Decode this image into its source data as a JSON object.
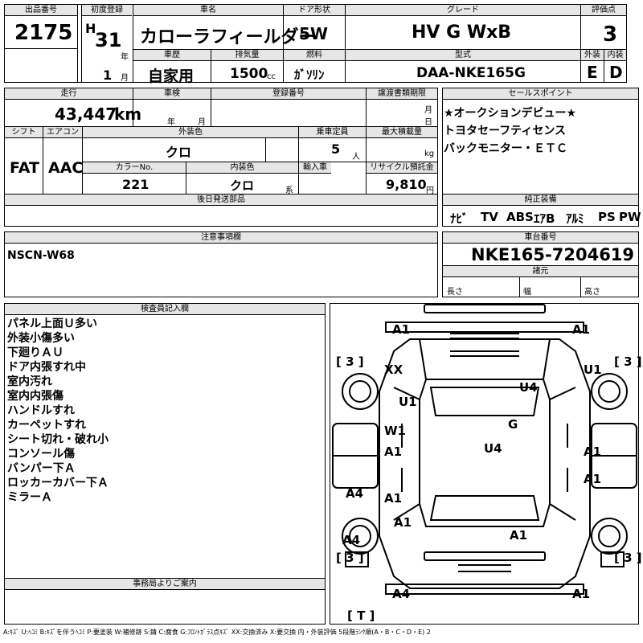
{
  "header": {
    "lot_label": "出品番号",
    "lot": "2175",
    "first_reg_label": "初度登録",
    "era": "H",
    "year_num": "31",
    "year_unit": "年",
    "month_num": "1",
    "month_unit": "月",
    "car_name_label": "車名",
    "car_name": "カローラフィールダー",
    "door_label": "ドア形状",
    "door": "5W",
    "grade_label": "グレード",
    "grade": "HV G WxB",
    "score_label": "評価点",
    "score": "3",
    "history_label": "車歴",
    "history": "自家用",
    "displacement_label": "排気量",
    "displacement": "1500",
    "cc_unit": "cc",
    "fuel_label": "燃料",
    "fuel": "ｶﾞｿﾘﾝ",
    "model_label": "型式",
    "model": "DAA-NKE165G",
    "exterior_label": "外装",
    "exterior": "E",
    "interior_label": "内装",
    "interior": "D"
  },
  "row2": {
    "mileage_label": "走行",
    "mileage": "43,447",
    "km_unit": "km",
    "inspection_label": "車検",
    "year_unit": "年",
    "month_unit": "月",
    "reg_no_label": "登録番号",
    "transfer_label": "譲渡書類期限",
    "day_unit": "日",
    "shift_label": "シフト",
    "shift": "FAT",
    "ac_label": "エアコン",
    "ac": "AAC",
    "color_label": "外装色",
    "color": "クロ",
    "capacity_label": "乗車定員",
    "capacity": "5",
    "person_unit": "人",
    "load_label": "最大積載量",
    "kg_unit": "kg",
    "color_no_label": "カラーNo.",
    "color_no": "221",
    "int_color_label": "内装色",
    "int_color": "クロ",
    "kei_unit": "系",
    "import_label": "輸入車",
    "recycle_label": "リサイクル預託金",
    "recycle": "9,810",
    "yen_unit": "円",
    "later_label": "後日発送部品"
  },
  "sales_points": {
    "label": "セールスポイント",
    "items": [
      "★オークションデビュー★",
      "トヨタセーフティセンス",
      "バックモニター・ＥＴＣ"
    ]
  },
  "equipment": {
    "label": "純正装備",
    "items": [
      "ﾅﾋﾞ",
      "TV",
      "ABS",
      "ｴｱB",
      "ｱﾙﾐ",
      "PS",
      "PW"
    ]
  },
  "caution": {
    "label": "注意事項欄",
    "text": "NSCN-W68"
  },
  "chassis": {
    "label": "車台番号",
    "value": "NKE165-7204619",
    "spec_label": "諸元",
    "length_label": "長さ",
    "width_label": "幅",
    "height_label": "高さ"
  },
  "inspector": {
    "label": "検査員記入欄",
    "lines": [
      "パネル上面Ｕ多い",
      "外装小傷多い",
      "下廻りＡＵ",
      "ドア内張すれ中",
      "室内汚れ",
      "室内内張傷",
      "ハンドルすれ",
      "カーペットすれ",
      "シート切れ・破れ小",
      "コンソール傷",
      "バンパー下Ａ",
      "ロッカーカバー下Ａ",
      "ミラーＡ"
    ]
  },
  "office": {
    "label": "事務局よりご案内"
  },
  "legend": "A:ｷｽﾞ U:ﾍｺﾐ B:ｷｽﾞを伴うﾍｺﾐ P:要塗装 W:補修跡 S:錆 C:腐食 G:ﾌﾛﾝﾄｶﾞﾗｽ点ｷｽﾞ XX:交換済み X:要交換  内・外装評価  5段階ﾗﾝｸ順(A・B・C・D・E) 2",
  "diagram": {
    "marks": [
      "A1",
      "A1",
      "XX",
      "U1",
      "U4",
      "U1",
      "G",
      "W1",
      "U4",
      "A1",
      "A1",
      "A1",
      "A4",
      "A1",
      "A1",
      "A1",
      "A4",
      "A4",
      "A1"
    ],
    "tyres": [
      "[ 3 ]",
      "[ 3 ]",
      "[ 3 ]",
      "[ 3 ]",
      "[ T ]"
    ]
  }
}
